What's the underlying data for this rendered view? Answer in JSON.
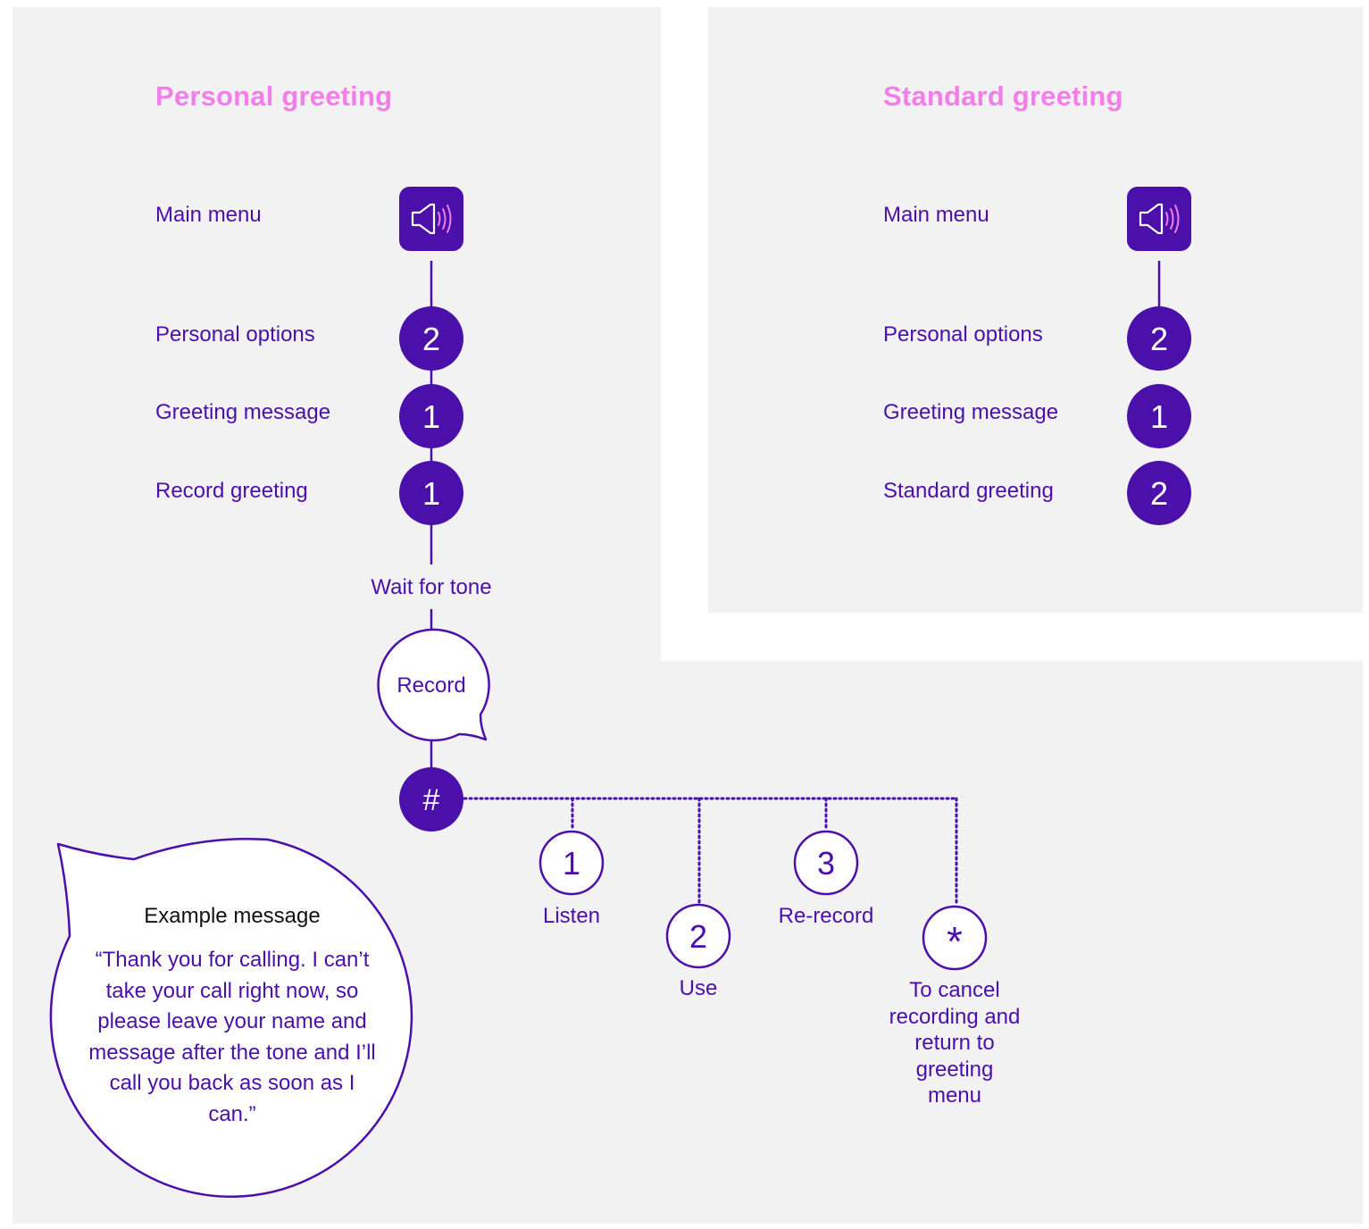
{
  "personal": {
    "title": "Personal greeting",
    "steps": [
      {
        "label": "Main menu",
        "key": "",
        "icon": "speaker-icon"
      },
      {
        "label": "Personal options",
        "key": "2"
      },
      {
        "label": "Greeting message",
        "key": "1"
      },
      {
        "label": "Record greeting",
        "key": "1"
      }
    ],
    "wait_label": "Wait for tone",
    "record_label": "Record",
    "hash_key": "#",
    "options": [
      {
        "key": "1",
        "label": "Listen"
      },
      {
        "key": "2",
        "label": "Use"
      },
      {
        "key": "3",
        "label": "Re-record"
      },
      {
        "key": "*",
        "label": "To cancel recording and return to greeting menu"
      }
    ]
  },
  "standard": {
    "title": "Standard greeting",
    "steps": [
      {
        "label": "Main menu",
        "key": "",
        "icon": "speaker-icon"
      },
      {
        "label": "Personal options",
        "key": "2"
      },
      {
        "label": "Greeting message",
        "key": "1"
      },
      {
        "label": "Standard greeting",
        "key": "2"
      }
    ]
  },
  "example": {
    "heading": "Example message",
    "text": "“Thank you for calling. I can’t take your call right now, so please leave your name and message after the tone and I’ll call you back as soon as I can.”"
  },
  "colors": {
    "primary": "#4b0faa",
    "accent": "#f27fe8",
    "panel": "#f2f2f2"
  }
}
